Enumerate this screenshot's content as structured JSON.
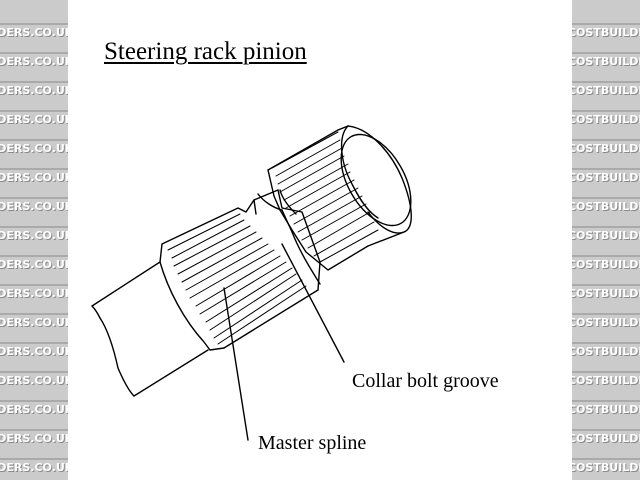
{
  "diagram": {
    "title": "Steering rack pinion",
    "labels": {
      "collar_bolt_groove": "Collar bolt groove",
      "master_spline": "Master spline"
    }
  },
  "watermark": {
    "text": "LOCOSTBUILDERS.CO.UK",
    "colors": {
      "background": "#c9c9c9",
      "text": "#ffffff",
      "shadow": "#8a8a8a"
    }
  }
}
